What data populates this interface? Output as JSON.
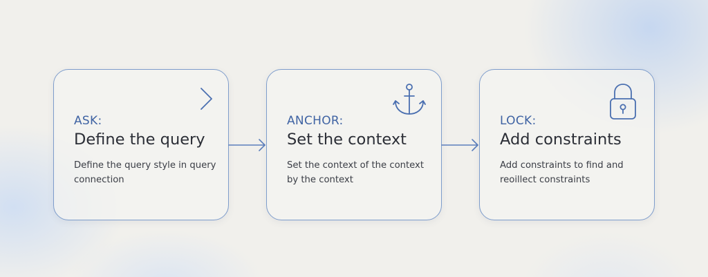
{
  "steps": [
    {
      "tag": "ASK:",
      "title": "Define the query",
      "desc": "Define the query style in query connection",
      "icon": "arrow-right-icon"
    },
    {
      "tag": "ANCHOR:",
      "title": "Set the context",
      "desc": "Set the context of the context by the context",
      "icon": "anchor-icon"
    },
    {
      "tag": "LOCK:",
      "title": "Add constraints",
      "desc": "Add constraints to find and reoillect constraints",
      "icon": "padlock-icon"
    }
  ],
  "colors": {
    "accent": "#3f63a3",
    "border": "#7d9ccb",
    "background": "#f1f0ec",
    "text": "#2b2e36"
  }
}
